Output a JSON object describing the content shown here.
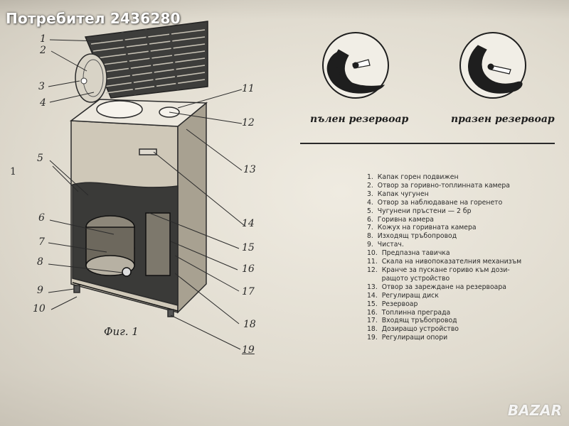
{
  "watermark": {
    "text": "Потребител 2436280"
  },
  "brand": {
    "text": "BAZAR"
  },
  "margin_mark": "1",
  "figure": {
    "caption": "Фиг. 1",
    "callouts": [
      "1",
      "2",
      "3",
      "4",
      "5",
      "6",
      "7",
      "8",
      "9",
      "10",
      "11",
      "12",
      "13",
      "14",
      "15",
      "16",
      "17",
      "18",
      "19"
    ]
  },
  "gauges": [
    {
      "label": "пълен резервоар"
    },
    {
      "label": "празен резервоар"
    }
  ],
  "legend": [
    "1.  Капак горен подвижен",
    "2.  Отвор за горивно-топлинната камера",
    "3.  Капак чугунен",
    "4.  Отвор за наблюдаване на горенето",
    "5.  Чугунени пръстени — 2 бр",
    "6.  Горивна камера",
    "7.  Кожух на горивната камера",
    "8.  Изходящ тръбопровод",
    "9.  Чистач.",
    "10.  Предпазна тавичка",
    "11.  Скала на нивопоказателния механизъм",
    "12.  Кранче за пускане гориво към дози-",
    "       ращото устройство",
    "13.  Отвор за зареждане на резервоара",
    "14.  Регулиращ диск",
    "15.  Резервоар",
    "16.  Топлинна преграда",
    "17.  Входящ тръбопровод",
    "18.  Дозиращо устройство",
    "19.  Регулиращи опори"
  ]
}
